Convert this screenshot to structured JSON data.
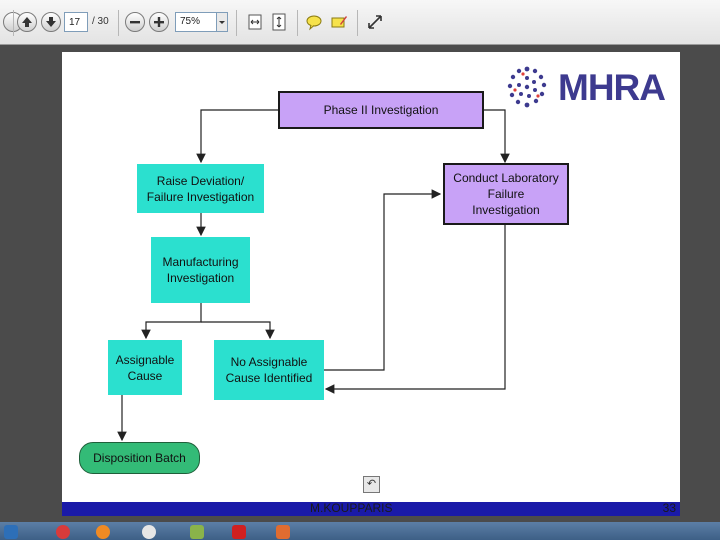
{
  "toolbar": {
    "page_current": "17",
    "page_total": "/ 30",
    "zoom": "75%",
    "icons": [
      "save-icon",
      "upload-icon",
      "page-up-icon",
      "page-down-icon",
      "zoom-out-icon",
      "zoom-in-icon",
      "zoom-dropdown-icon",
      "fit-width-icon",
      "fit-page-icon",
      "comment-icon",
      "highlight-icon",
      "expand-icon"
    ]
  },
  "slide": {
    "logo_text": "MHRA",
    "footer_text": "M.KOUPPARIS",
    "page_number": "33",
    "boxes": {
      "phase2": "Phase II Investigation",
      "raise": "Raise Deviation/\nFailure Investigation",
      "manufacturing": "Manufacturing\nInvestigation",
      "assignable": "Assignable\nCause",
      "no_assignable": "No Assignable\nCause Identified",
      "lab": "Conduct Laboratory\nFailure\nInvestigation",
      "disposition": "Disposition Batch"
    }
  },
  "colors": {
    "cyan_box": "#2be0cf",
    "purple_box": "#c8a2f7",
    "green_box": "#33bb77",
    "logo": "#3d3a8f",
    "footer_bar": "#1a1aa8"
  }
}
